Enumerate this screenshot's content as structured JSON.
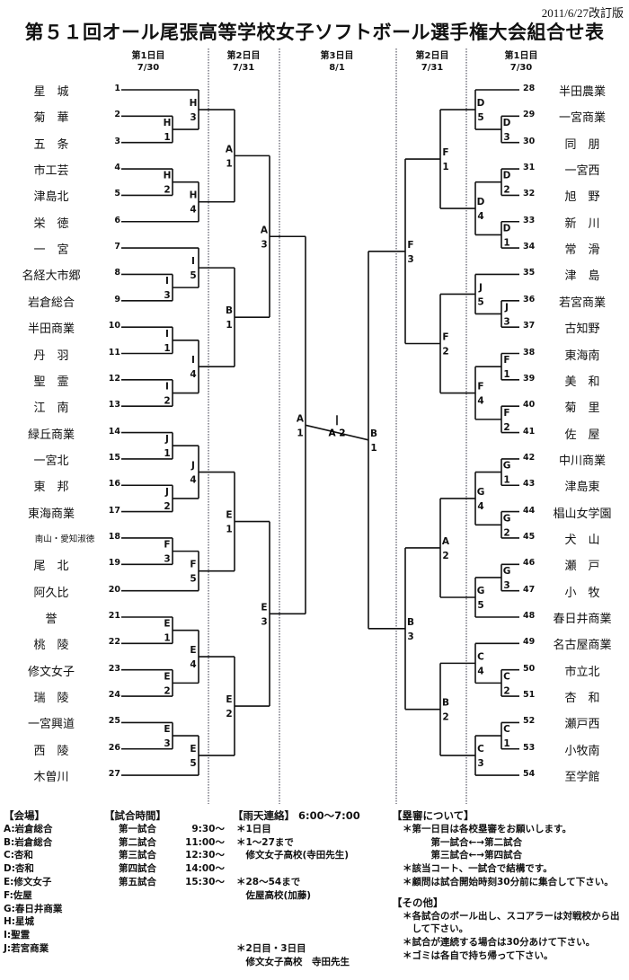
{
  "revision": "2011/6/27改訂版",
  "title": "第５１回オール尾張高等学校女子ソフトボール選手権大会組合せ表",
  "day_headers": {
    "left_day1": {
      "day": "第1日目",
      "date": "7/30"
    },
    "left_day2": {
      "day": "第2日目",
      "date": "7/31"
    },
    "day3": {
      "day": "第3日目",
      "date": "8/1"
    },
    "right_day2": {
      "day": "第2日目",
      "date": "7/31"
    },
    "right_day1": {
      "day": "第1日目",
      "date": "7/30"
    }
  },
  "left_teams": [
    {
      "num": "1",
      "name": "星　城"
    },
    {
      "num": "2",
      "name": "菊　華"
    },
    {
      "num": "3",
      "name": "五　条"
    },
    {
      "num": "4",
      "name": "市工芸"
    },
    {
      "num": "5",
      "name": "津島北"
    },
    {
      "num": "6",
      "name": "栄　徳"
    },
    {
      "num": "7",
      "name": "一　宮"
    },
    {
      "num": "8",
      "name": "名経大市郷"
    },
    {
      "num": "9",
      "name": "岩倉総合"
    },
    {
      "num": "10",
      "name": "半田商業"
    },
    {
      "num": "11",
      "name": "丹　羽"
    },
    {
      "num": "12",
      "name": "聖　霊"
    },
    {
      "num": "13",
      "name": "江　南"
    },
    {
      "num": "14",
      "name": "緑丘商業"
    },
    {
      "num": "15",
      "name": "一宮北"
    },
    {
      "num": "16",
      "name": "東　邦"
    },
    {
      "num": "17",
      "name": "東海商業"
    },
    {
      "num": "18",
      "name": "南山・愛知淑徳",
      "small": true
    },
    {
      "num": "19",
      "name": "尾　北"
    },
    {
      "num": "20",
      "name": "阿久比"
    },
    {
      "num": "21",
      "name": "誉"
    },
    {
      "num": "22",
      "name": "桃　陵"
    },
    {
      "num": "23",
      "name": "修文女子"
    },
    {
      "num": "24",
      "name": "瑞　陵"
    },
    {
      "num": "25",
      "name": "一宮興道"
    },
    {
      "num": "26",
      "name": "西　陵"
    },
    {
      "num": "27",
      "name": "木曽川"
    }
  ],
  "right_teams": [
    {
      "num": "28",
      "name": "半田農業"
    },
    {
      "num": "29",
      "name": "一宮商業"
    },
    {
      "num": "30",
      "name": "同　朋"
    },
    {
      "num": "31",
      "name": "一宮西"
    },
    {
      "num": "32",
      "name": "旭　野"
    },
    {
      "num": "33",
      "name": "新　川"
    },
    {
      "num": "34",
      "name": "常　滑"
    },
    {
      "num": "35",
      "name": "津　島"
    },
    {
      "num": "36",
      "name": "若宮商業"
    },
    {
      "num": "37",
      "name": "古知野"
    },
    {
      "num": "38",
      "name": "東海南"
    },
    {
      "num": "39",
      "name": "美　和"
    },
    {
      "num": "40",
      "name": "菊　里"
    },
    {
      "num": "41",
      "name": "佐　屋"
    },
    {
      "num": "42",
      "name": "中川商業"
    },
    {
      "num": "43",
      "name": "津島東"
    },
    {
      "num": "44",
      "name": "椙山女学園"
    },
    {
      "num": "45",
      "name": "犬　山"
    },
    {
      "num": "46",
      "name": "瀬　戸"
    },
    {
      "num": "47",
      "name": "小　牧"
    },
    {
      "num": "48",
      "name": "春日井商業"
    },
    {
      "num": "49",
      "name": "名古屋商業"
    },
    {
      "num": "50",
      "name": "市立北"
    },
    {
      "num": "51",
      "name": "杏　和"
    },
    {
      "num": "52",
      "name": "瀬戸西"
    },
    {
      "num": "53",
      "name": "小牧南"
    },
    {
      "num": "54",
      "name": "至学館"
    }
  ],
  "left_bracket": {
    "label": [
      "A",
      "1"
    ],
    "col": 5,
    "a": {
      "label": [
        "A",
        "3"
      ],
      "col": 4,
      "a": {
        "label": [
          "A",
          "1"
        ],
        "col": 3,
        "a": {
          "label": [
            "H",
            "3"
          ],
          "col": 2,
          "a": 0,
          "b": {
            "label": [
              "H",
              "1"
            ],
            "col": 1,
            "a": 1,
            "b": 2
          }
        },
        "b": {
          "label": [
            "H",
            "4"
          ],
          "col": 2,
          "a": {
            "label": [
              "H",
              "2"
            ],
            "col": 1,
            "a": 3,
            "b": 4
          },
          "b": 5
        }
      },
      "b": {
        "label": [
          "B",
          "1"
        ],
        "col": 3,
        "a": {
          "label": [
            "I",
            "5"
          ],
          "col": 2,
          "a": 6,
          "b": {
            "label": [
              "I",
              "3"
            ],
            "col": 1,
            "a": 7,
            "b": 8
          }
        },
        "b": {
          "label": [
            "I",
            "4"
          ],
          "col": 2,
          "a": {
            "label": [
              "I",
              "1"
            ],
            "col": 1,
            "a": 9,
            "b": 10
          },
          "b": {
            "label": [
              "I",
              "2"
            ],
            "col": 1,
            "a": 11,
            "b": 12
          }
        }
      }
    },
    "b": {
      "label": [
        "E",
        "3"
      ],
      "col": 4,
      "a": {
        "label": [
          "E",
          "1"
        ],
        "col": 3,
        "a": {
          "label": [
            "J",
            "4"
          ],
          "col": 2,
          "a": {
            "label": [
              "J",
              "1"
            ],
            "col": 1,
            "a": 13,
            "b": 14
          },
          "b": {
            "label": [
              "J",
              "2"
            ],
            "col": 1,
            "a": 15,
            "b": 16
          }
        },
        "b": {
          "label": [
            "F",
            "5"
          ],
          "col": 2,
          "a": {
            "label": [
              "F",
              "3"
            ],
            "col": 1,
            "a": 17,
            "b": 18
          },
          "b": 19
        }
      },
      "b": {
        "label": [
          "E",
          "2"
        ],
        "col": 3,
        "a": {
          "label": [
            "E",
            "4"
          ],
          "col": 2,
          "a": {
            "label": [
              "E",
              "1"
            ],
            "col": 1,
            "a": 20,
            "b": 21
          },
          "b": {
            "label": [
              "E",
              "2"
            ],
            "col": 1,
            "a": 22,
            "b": 23
          }
        },
        "b": {
          "label": [
            "E",
            "5"
          ],
          "col": 2,
          "a": {
            "label": [
              "E",
              "3"
            ],
            "col": 1,
            "a": 24,
            "b": 25
          },
          "b": 26
        }
      }
    }
  },
  "right_bracket": {
    "label": [
      "B",
      "1"
    ],
    "col": 5,
    "a": {
      "label": [
        "F",
        "3"
      ],
      "col": 4,
      "a": {
        "label": [
          "F",
          "1"
        ],
        "col": 3,
        "a": {
          "label": [
            "D",
            "5"
          ],
          "col": 2,
          "a": 0,
          "b": {
            "label": [
              "D",
              "3"
            ],
            "col": 1,
            "a": 1,
            "b": 2
          }
        },
        "b": {
          "label": [
            "D",
            "4"
          ],
          "col": 2,
          "a": {
            "label": [
              "D",
              "2"
            ],
            "col": 1,
            "a": 3,
            "b": 4
          },
          "b": {
            "label": [
              "D",
              "1"
            ],
            "col": 1,
            "a": 5,
            "b": 6
          }
        }
      },
      "b": {
        "label": [
          "F",
          "2"
        ],
        "col": 3,
        "a": {
          "label": [
            "J",
            "5"
          ],
          "col": 2,
          "a": 7,
          "b": {
            "label": [
              "J",
              "3"
            ],
            "col": 1,
            "a": 8,
            "b": 9
          }
        },
        "b": {
          "label": [
            "F",
            "4"
          ],
          "col": 2,
          "a": {
            "label": [
              "F",
              "1"
            ],
            "col": 1,
            "a": 10,
            "b": 11
          },
          "b": {
            "label": [
              "F",
              "2"
            ],
            "col": 1,
            "a": 12,
            "b": 13
          }
        }
      }
    },
    "b": {
      "label": [
        "B",
        "3"
      ],
      "col": 4,
      "a": {
        "label": [
          "A",
          "2"
        ],
        "col": 3,
        "a": {
          "label": [
            "G",
            "4"
          ],
          "col": 2,
          "a": {
            "label": [
              "G",
              "1"
            ],
            "col": 1,
            "a": 14,
            "b": 15
          },
          "b": {
            "label": [
              "G",
              "2"
            ],
            "col": 1,
            "a": 16,
            "b": 17
          }
        },
        "b": {
          "label": [
            "G",
            "5"
          ],
          "col": 2,
          "a": {
            "label": [
              "G",
              "3"
            ],
            "col": 1,
            "a": 18,
            "b": 19
          },
          "b": 20
        }
      },
      "b": {
        "label": [
          "B",
          "2"
        ],
        "col": 3,
        "a": {
          "label": [
            "C",
            "4"
          ],
          "col": 2,
          "a": 21,
          "b": {
            "label": [
              "C",
              "2"
            ],
            "col": 1,
            "a": 22,
            "b": 23
          }
        },
        "b": {
          "label": [
            "C",
            "3"
          ],
          "col": 2,
          "a": {
            "label": [
              "C",
              "1"
            ],
            "col": 1,
            "a": 24,
            "b": 25
          },
          "b": 26
        }
      }
    }
  },
  "final_label": "A 2",
  "venues": {
    "heading": "【会場】",
    "items": [
      "A:岩倉総合",
      "B:岩倉総合",
      "C:杏和",
      "D:杏和",
      "E:修文女子",
      "F:佐屋",
      "G:春日井商業",
      "H:星城",
      "I:聖霊",
      "J:若宮商業"
    ]
  },
  "schedule": {
    "heading": "【試合時間】",
    "items": [
      {
        "game": "第一試合",
        "time": "9:30～"
      },
      {
        "game": "第二試合",
        "time": "11:00～"
      },
      {
        "game": "第三試合",
        "time": "12:30～"
      },
      {
        "game": "第四試合",
        "time": "14:00～"
      },
      {
        "game": "第五試合",
        "time": "15:30～"
      }
    ]
  },
  "rain_contact": {
    "heading": "【雨天連絡】 6:00～7:00",
    "lines": [
      "＊1日目",
      "＊1～27まで",
      "　修文女子高校(寺田先生)",
      "",
      "＊28～54まで",
      "　佐屋高校(加藤)",
      "",
      "",
      "",
      "＊2日目・3日目",
      "　修文女子高校　寺田先生"
    ]
  },
  "umpire": {
    "heading": "【塁審について】",
    "lines": [
      "＊第一日目は各校塁審をお願いします。",
      "　　　第一試合←→第二試合",
      "　　　第三試合←→第四試合",
      "＊該当コート、一試合で結構です。",
      "＊顧問は試合開始時刻30分前に集合して下さい。"
    ]
  },
  "other": {
    "heading": "【その他】",
    "lines": [
      "＊各試合のボール出し、スコアラーは対戦校から出",
      "　して下さい。",
      "＊試合が連続する場合は30分あけて下さい。",
      "＊ゴミは各自で持ち帰って下さい。"
    ]
  }
}
